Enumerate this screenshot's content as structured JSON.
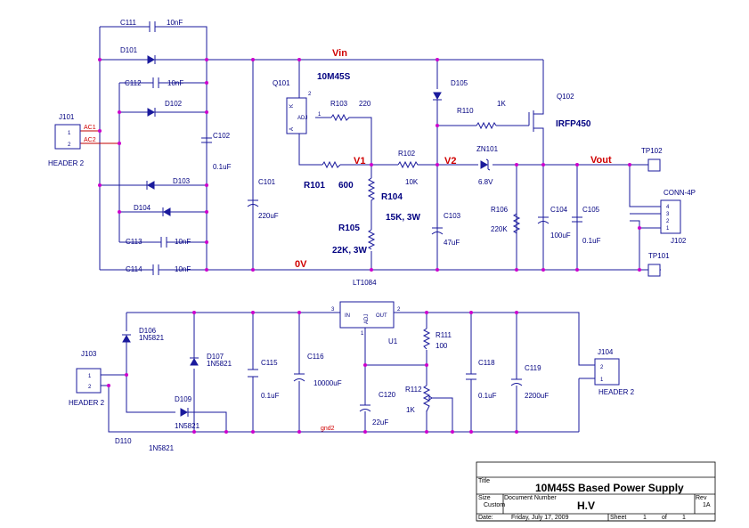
{
  "nets": {
    "vin": "Vin",
    "vout": "Vout",
    "v1": "V1",
    "v2": "V2",
    "zero": "0V",
    "gnd2": "gnd2",
    "ac1": "AC1",
    "ac2": "AC2"
  },
  "top": {
    "c111": {
      "ref": "C111",
      "val": "10nF"
    },
    "c112": {
      "ref": "C112",
      "val": "10nF"
    },
    "c113": {
      "ref": "C113",
      "val": "10nF"
    },
    "c114": {
      "ref": "C114",
      "val": "10nF"
    },
    "d101": "D101",
    "d102": "D102",
    "d103": "D103",
    "d104": "D104",
    "c102": {
      "ref": "C102",
      "val": "0.1uF"
    },
    "c101": {
      "ref": "C101",
      "val": "220uF"
    },
    "j101": {
      "ref": "J101",
      "name": "HEADER 2",
      "p1": "1",
      "p2": "2"
    },
    "q101": {
      "ref": "Q101",
      "part": "10M45S",
      "k": "K",
      "adj": "ADJ",
      "a": "A",
      "pin1": "1",
      "pin2": "2"
    },
    "r103": {
      "ref": "R103",
      "val": "220"
    },
    "r101": {
      "ref": "R101",
      "val": "600"
    },
    "r104": {
      "ref": "R104",
      "val": "15K, 3W"
    },
    "r105": {
      "ref": "R105",
      "val": "22K, 3W"
    },
    "r102": {
      "ref": "R102",
      "val": "10K"
    },
    "d105": "D105",
    "r110": {
      "ref": "R110",
      "val": "1K"
    },
    "q102": {
      "ref": "Q102",
      "part": "IRFP450"
    },
    "zn101": {
      "ref": "ZN101",
      "val": "6.8V"
    },
    "c103": {
      "ref": "C103",
      "val": "47uF"
    },
    "r106": {
      "ref": "R106",
      "val": "220K"
    },
    "c104": {
      "ref": "C104",
      "val": "100uF"
    },
    "c105": {
      "ref": "C105",
      "val": "0.1uF"
    },
    "tp102": "TP102",
    "tp101": "TP101",
    "j102": {
      "ref": "J102",
      "name": "CONN-4P",
      "p1": "1",
      "p2": "2",
      "p3": "3",
      "p4": "4"
    },
    "lt": "LT1084"
  },
  "bottom": {
    "d106": {
      "ref": "D106",
      "val": "1N5821"
    },
    "d107": {
      "ref": "D107",
      "val": "1N5821"
    },
    "d109": {
      "ref": "D109",
      "val": "1N5821"
    },
    "d110": {
      "ref": "D110",
      "val": "1N5821"
    },
    "j103": {
      "ref": "J103",
      "name": "HEADER 2",
      "p1": "1",
      "p2": "2"
    },
    "c115": {
      "ref": "C115",
      "val": "0.1uF"
    },
    "c116": {
      "ref": "C116",
      "val": "10000uF"
    },
    "u1": {
      "ref": "U1",
      "in": "IN",
      "out": "OUT",
      "adj": "ADJ",
      "pin1": "1",
      "pin2": "2",
      "pin3": "3"
    },
    "c120": {
      "ref": "C120",
      "val": "22uF"
    },
    "r111": {
      "ref": "R111",
      "val": "100"
    },
    "r112": {
      "ref": "R112",
      "val": "1K"
    },
    "c118": {
      "ref": "C118",
      "val": "0.1uF"
    },
    "c119": {
      "ref": "C119",
      "val": "2200uF"
    },
    "j104": {
      "ref": "J104",
      "name": "HEADER 2",
      "p1": "1",
      "p2": "2"
    }
  },
  "title_block": {
    "title_label": "Title",
    "title": "10M45S Based Power Supply",
    "size_label": "Size",
    "size": "Custom",
    "docnum_label": "Document Number",
    "docnum": "H.V",
    "rev_label": "Rev",
    "rev": "1A",
    "date_label": "Date:",
    "date": "Friday, July 17, 2009",
    "sheet_label": "Sheet",
    "sheet": "1",
    "of_label": "of",
    "of": "1"
  }
}
